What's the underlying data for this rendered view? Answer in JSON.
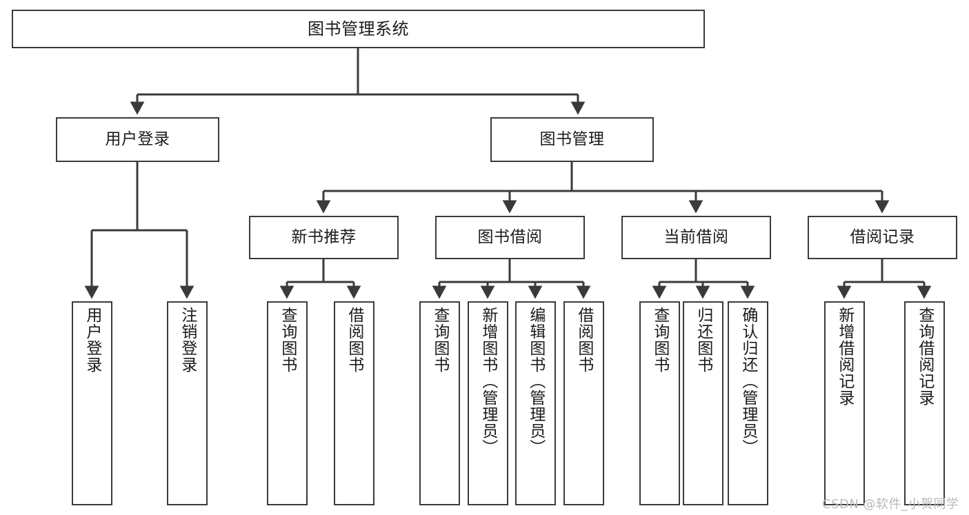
{
  "diagram": {
    "title": "图书管理系统",
    "type": "tree",
    "watermark": "CSDN @软件_小贺同学",
    "colors": {
      "box_border": "#3a3a3a",
      "box_fill": "#ffffff",
      "connector": "#3a3a3a",
      "text": "#1b1b1b",
      "watermark": "#b9b9b9",
      "background": "#ffffff"
    },
    "nodes": {
      "root": {
        "label": "图书管理系统"
      },
      "level2": [
        {
          "label": "用户登录"
        },
        {
          "label": "图书管理"
        }
      ],
      "level3": [
        {
          "label": "新书推荐"
        },
        {
          "label": "图书借阅"
        },
        {
          "label": "当前借阅"
        },
        {
          "label": "借阅记录"
        }
      ],
      "leaves": {
        "user_login": [
          {
            "label": "用户登录"
          },
          {
            "label": "注销登录"
          }
        ],
        "new_book": [
          {
            "label": "查询图书"
          },
          {
            "label": "借阅图书"
          }
        ],
        "book_borrow": [
          {
            "label": "查询图书"
          },
          {
            "label": "新增图书（管理员）"
          },
          {
            "label": "编辑图书（管理员）"
          },
          {
            "label": "借阅图书"
          }
        ],
        "current_borrow": [
          {
            "label": "查询图书"
          },
          {
            "label": "归还图书"
          },
          {
            "label": "确认归还（管理员）"
          }
        ],
        "borrow_record": [
          {
            "label": "新增借阅记录"
          },
          {
            "label": "查询借阅记录"
          }
        ]
      }
    }
  }
}
